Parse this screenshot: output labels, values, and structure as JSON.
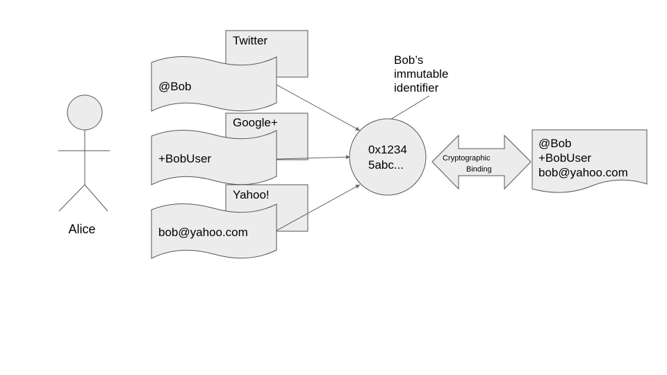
{
  "actor": {
    "label": "Alice"
  },
  "services": [
    {
      "provider": "Twitter",
      "handle": "@Bob"
    },
    {
      "provider": "Google+",
      "handle": "+BobUser"
    },
    {
      "provider": "Yahoo!",
      "handle": "bob@yahoo.com"
    }
  ],
  "identifier": {
    "line1": "0x1234",
    "line2": "5abc...",
    "callout": [
      "Bob’s",
      "immutable",
      "identifier"
    ]
  },
  "binding": {
    "line1": "Cryptographic",
    "line2": "Binding"
  },
  "record": {
    "lines": [
      "@Bob",
      "+BobUser",
      "bob@yahoo.com"
    ]
  },
  "colors": {
    "shape_fill": "#ececec",
    "stroke": "#555555",
    "arrow": "#666666"
  }
}
